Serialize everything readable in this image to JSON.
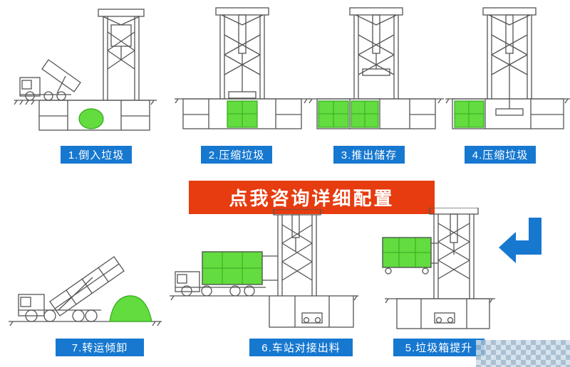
{
  "banner": {
    "label": "点我咨询详细配置"
  },
  "process": {
    "top_steps": [
      {
        "id": 1,
        "label": "1.倒入垃圾"
      },
      {
        "id": 2,
        "label": "2.压缩垃圾"
      },
      {
        "id": 3,
        "label": "3.推出储存"
      },
      {
        "id": 4,
        "label": "4.压缩垃圾"
      }
    ],
    "bottom_steps": [
      {
        "id": 7,
        "label": "7.转运倾卸"
      },
      {
        "id": 6,
        "label": "6.车站对接出料"
      },
      {
        "id": 5,
        "label": "5.垃圾箱提升"
      }
    ]
  },
  "icons": {
    "flow_arrow": "left-return-arrow"
  },
  "colors": {
    "step_label_bg": "#1778d0",
    "banner_bg": "#e63c10",
    "garbage_green": "#62dc3e",
    "arrow_blue": "#1778d0",
    "linework": "#555555"
  }
}
